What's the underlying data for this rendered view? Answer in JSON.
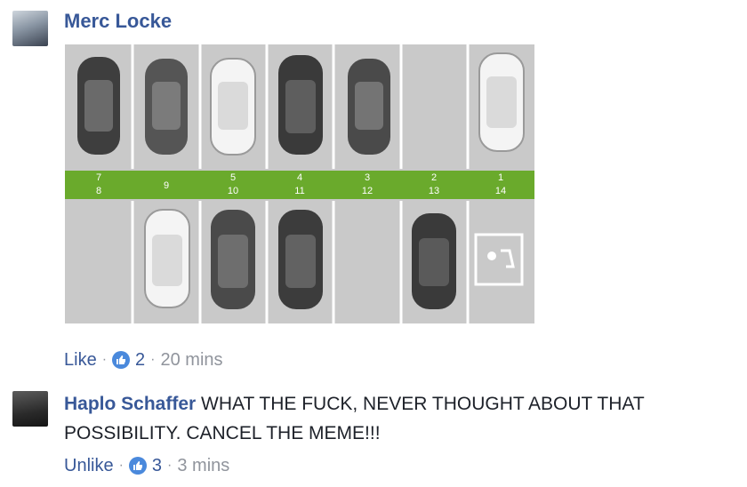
{
  "comment1": {
    "author": "Merc Locke",
    "like_label": "Like",
    "reaction_count": "2",
    "timestamp": "20 mins"
  },
  "comment2": {
    "author": "Haplo Schaffer",
    "text_line1": "WHAT THE FUCK, NEVER THOUGHT ABOUT THAT",
    "text_line2": "POSSIBILITY. CANCEL THE MEME!!!",
    "like_label": "Unlike",
    "reaction_count": "3",
    "timestamp": "3 mins"
  },
  "parking_image": {
    "top_spot_numbers": [
      "7",
      "",
      "5",
      "4",
      "3",
      "2",
      "1"
    ],
    "bottom_spot_numbers": [
      "8",
      "9",
      "10",
      "11",
      "12",
      "13",
      "14"
    ]
  },
  "colors": {
    "link": "#385898",
    "meta": "#90949c",
    "like_blue": "#4a89dc",
    "lane_green": "#6aaa2c"
  }
}
